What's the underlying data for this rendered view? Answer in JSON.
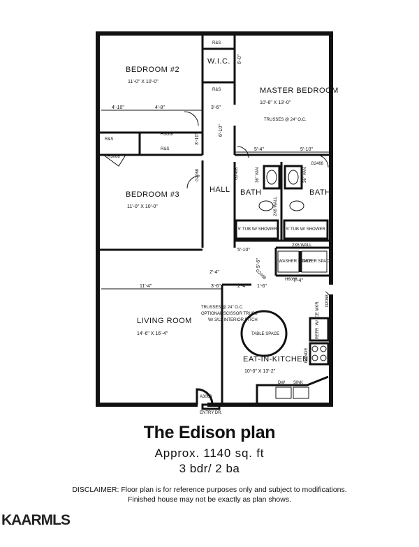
{
  "rooms": {
    "bedroom2": {
      "name": "BEDROOM #2",
      "size": "11'-0\" X 10'-0\""
    },
    "wic": {
      "name": "W.I.C."
    },
    "master": {
      "name": "MASTER BEDROOM",
      "size": "10'-6\" X 13'-0\""
    },
    "bedroom3": {
      "name": "BEDROOM #3",
      "size": "11'-0\" X 10'-0\""
    },
    "hall": {
      "name": "HALL"
    },
    "bath1": {
      "name": "BATH"
    },
    "bath2": {
      "name": "BATH"
    },
    "living": {
      "name": "LIVING ROOM",
      "size": "14'-6\" X 16'-4\""
    },
    "kitchen": {
      "name": "EAT-IN-KITCHEN",
      "size": "10'-0\" X 13'-2\""
    },
    "table": {
      "name": "TABLE SPACE"
    },
    "washer": {
      "name": "WASHER SPACE"
    },
    "dryer": {
      "name": "DRYER SPACE"
    }
  },
  "notes": {
    "trusses_master": "TRUSSES @ 24\" O.C.",
    "trusses_living": "TRUSSES @ 24\" O.C.",
    "scissor": "OPTIONAL SCISSOR TRUSS",
    "pitch": "W/ 3/12 INTERIOR PITCH",
    "tub1": "5' TUB W/ SHOWER",
    "tub2": "5' TUB W/ SHOWER",
    "van1": "36\" VAN",
    "van2": "36\" VAN",
    "wall_2x6a": "2X6 WALL",
    "wall_2x6b": "2X6 WALL",
    "refr": "REFR. W/ ICE MKR.",
    "range": "RANGE",
    "dw": "DW",
    "sink": "SINK",
    "entry": "ENTRY DR.",
    "door_entry": "A3060"
  },
  "dimensions": {
    "d1": "4'-10\"",
    "d2": "4'-8\"",
    "d3": "3'-6\"",
    "d4": "6'-0\"",
    "d5": "6'-10\"",
    "d6": "5'-4\"",
    "d7": "5'-10\"",
    "d8": "11'-4\"",
    "d9": "3'-6\"",
    "d10": "2'-4\"",
    "d11": "1'-6\"",
    "d12": "7'-4\"",
    "d13": "5'-10\"",
    "d14": "2'-4\"",
    "d15": "5'-6\"",
    "d16": "3'-10\""
  },
  "labels": {
    "r5a": "R&S",
    "r5b": "R&S",
    "r5c": "R&S",
    "r5d": "R&S",
    "h3068a": "H3068",
    "h3068b": "H3068",
    "h6068": "H6068",
    "g2068a": "G2068",
    "g2468a": "G2468",
    "g2468b": "G2468",
    "g2468c": "G2468",
    "d2068": "D2068"
  },
  "footer": {
    "title": "The Edison plan",
    "area": "Approx. 1140 sq. ft",
    "beds": "3 bdr/ 2 ba",
    "disclaimer_line1": "DISCLAIMER: Floor plan is for reference purposes only and subject to modifications.",
    "disclaimer_line2": "Finished house may not be exactly as plan shows.",
    "brand": "KAARMLS"
  }
}
